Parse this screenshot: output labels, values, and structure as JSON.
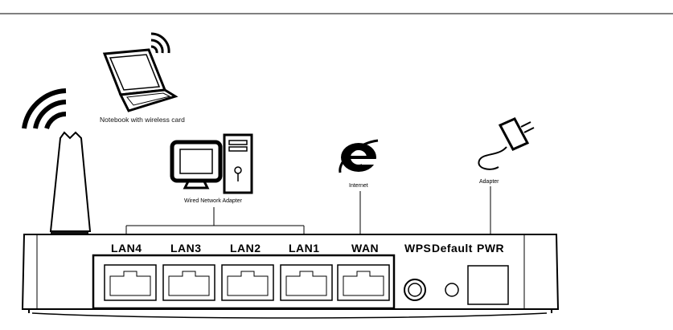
{
  "devices": {
    "notebook": {
      "label": "Notebook with wireless card",
      "icon": "laptop-icon"
    },
    "desktop": {
      "label": "Wired Network Adapter",
      "icon": "desktop-computer-icon"
    },
    "internet": {
      "label": "Internet",
      "icon": "internet-explorer-icon"
    },
    "adapter": {
      "label": "Adapter",
      "icon": "power-adapter-icon"
    }
  },
  "router": {
    "ports": [
      {
        "id": "lan4",
        "label": "LAN4"
      },
      {
        "id": "lan3",
        "label": "LAN3"
      },
      {
        "id": "lan2",
        "label": "LAN2"
      },
      {
        "id": "lan1",
        "label": "LAN1"
      },
      {
        "id": "wan",
        "label": "WAN"
      }
    ],
    "buttons": {
      "wps": "WPS",
      "default": "Default",
      "pwr": "PWR"
    }
  },
  "colors": {
    "line": "#000000",
    "body": "#ffffff",
    "antenna_base": "#111111"
  }
}
